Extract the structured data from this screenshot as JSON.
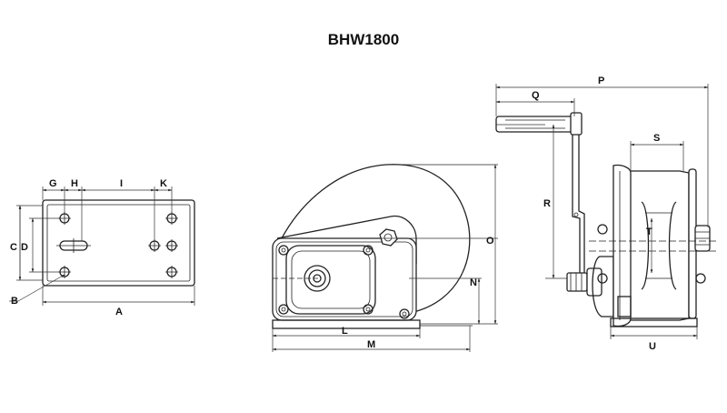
{
  "title": "BHW1800",
  "dimension_labels": {
    "A": "A",
    "B": "B",
    "C": "C",
    "D": "D",
    "G": "G",
    "H": "H",
    "I": "I",
    "K": "K",
    "L": "L",
    "M": "M",
    "N": "N",
    "O": "O",
    "P": "P",
    "Q": "Q",
    "R": "R",
    "S": "S",
    "T": "T",
    "U": "U"
  },
  "views": [
    "base-plate-top-view",
    "winch-side-view",
    "winch-front-view"
  ]
}
